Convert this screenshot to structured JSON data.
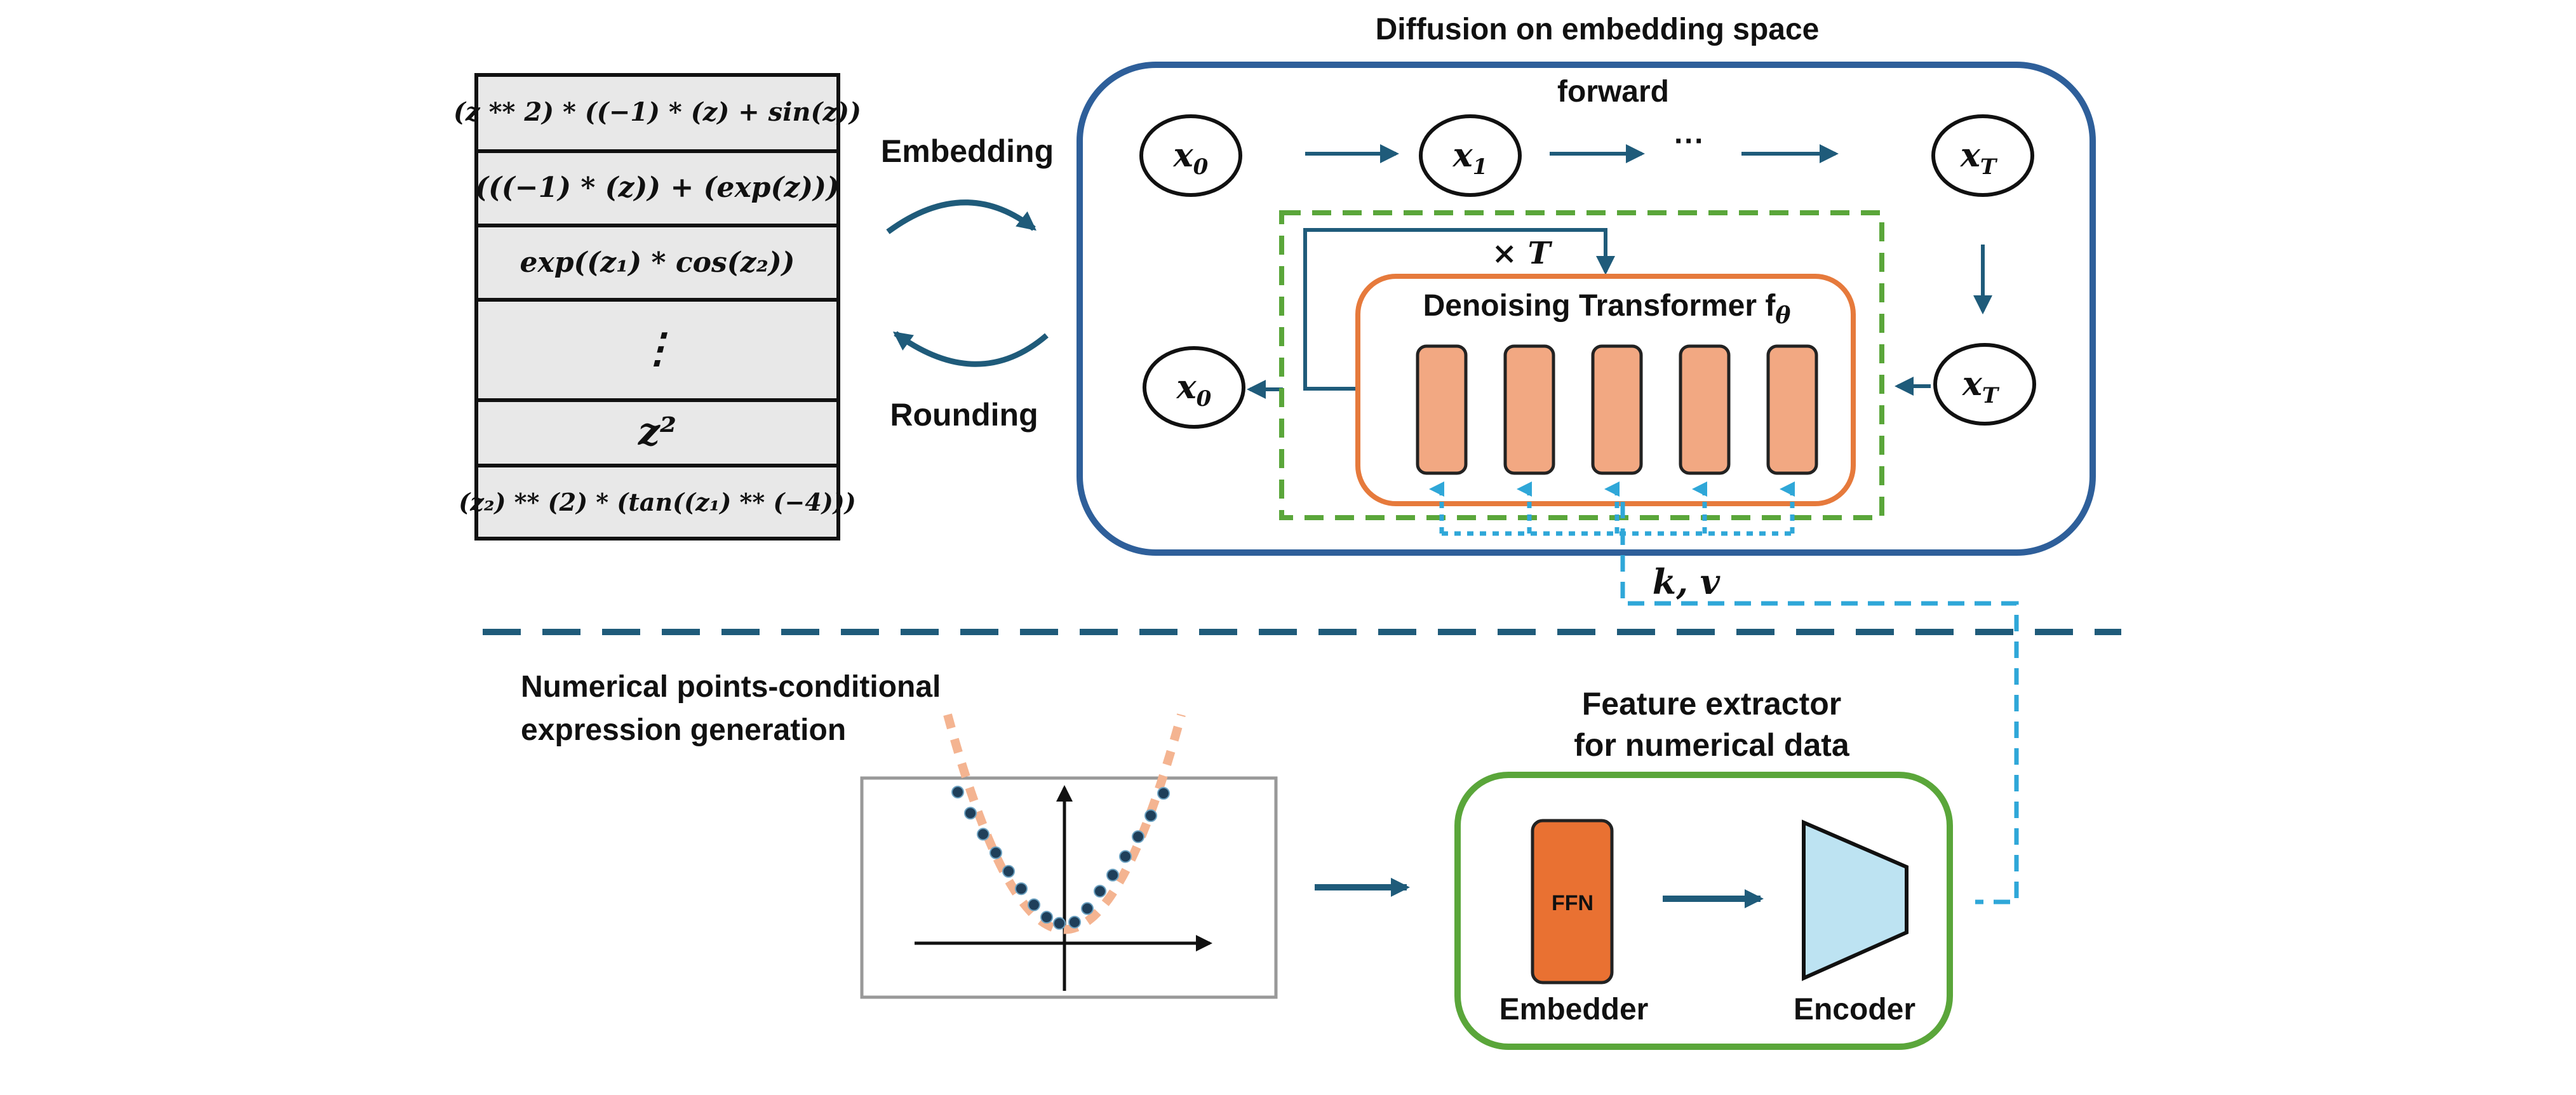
{
  "expression_list": {
    "cells": [
      "(z ** 2) * ((−1) * (z) + sin(z))",
      "(((−1) * (z)) + (exp(z)))",
      "exp((z₁) * cos(z₂))",
      "⋮",
      "z²",
      "(z₂) ** (2) * (tan((z₁) ** (−4)))"
    ]
  },
  "labels": {
    "embedding": "Embedding",
    "rounding": "Rounding",
    "diffusion_title": "Diffusion on embedding space",
    "forward": "forward",
    "times_T": "× T",
    "denoising_transformer": "Denoising Transformer f",
    "theta": "θ",
    "kv": "k, v",
    "ellipsis": "···",
    "numerical_title_line1": "Numerical points-conditional",
    "numerical_title_line2": "expression generation",
    "feature_title_line1": "Feature extractor",
    "feature_title_line2": "for numerical data",
    "ffn": "FFN",
    "embedder": "Embedder",
    "encoder": "Encoder"
  },
  "nodes": {
    "x0_top": {
      "base": "x",
      "sub": "0"
    },
    "x1": {
      "base": "x",
      "sub": "1"
    },
    "xT_top": {
      "base": "x",
      "sub": "T"
    },
    "xT_right": {
      "base": "x",
      "sub": "T"
    },
    "x0_left": {
      "base": "x",
      "sub": "0"
    }
  },
  "colors": {
    "diffusion_border": "#2e5f9a",
    "arrow_blue": "#1f5b7a",
    "transformer_border": "#e67a3c",
    "transformer_block": "#f2a882",
    "dashed_green": "#5aa63a",
    "kv_dotted": "#2fa7d8",
    "divider": "#1f5b7a",
    "feature_border": "#5aa63a",
    "ffn_fill": "#e97132",
    "encoder_fill": "#bde3f2",
    "cell_fill": "#e8e8e8",
    "plot_curve": "#f4b491",
    "plot_dots": "#1f3f5a"
  },
  "plot": {
    "type": "scatter",
    "x": [
      -4.2,
      -3.7,
      -3.2,
      -2.7,
      -2.2,
      -1.7,
      -1.2,
      -0.7,
      -0.2,
      0.4,
      0.9,
      1.4,
      1.9,
      2.4,
      2.9,
      3.4,
      3.9
    ],
    "y": [
      12.2,
      10.5,
      8.8,
      7.3,
      5.8,
      4.4,
      3.1,
      2.1,
      1.6,
      1.7,
      2.8,
      4.2,
      5.5,
      7.0,
      8.6,
      10.3,
      12.1
    ],
    "curve": "x²"
  }
}
